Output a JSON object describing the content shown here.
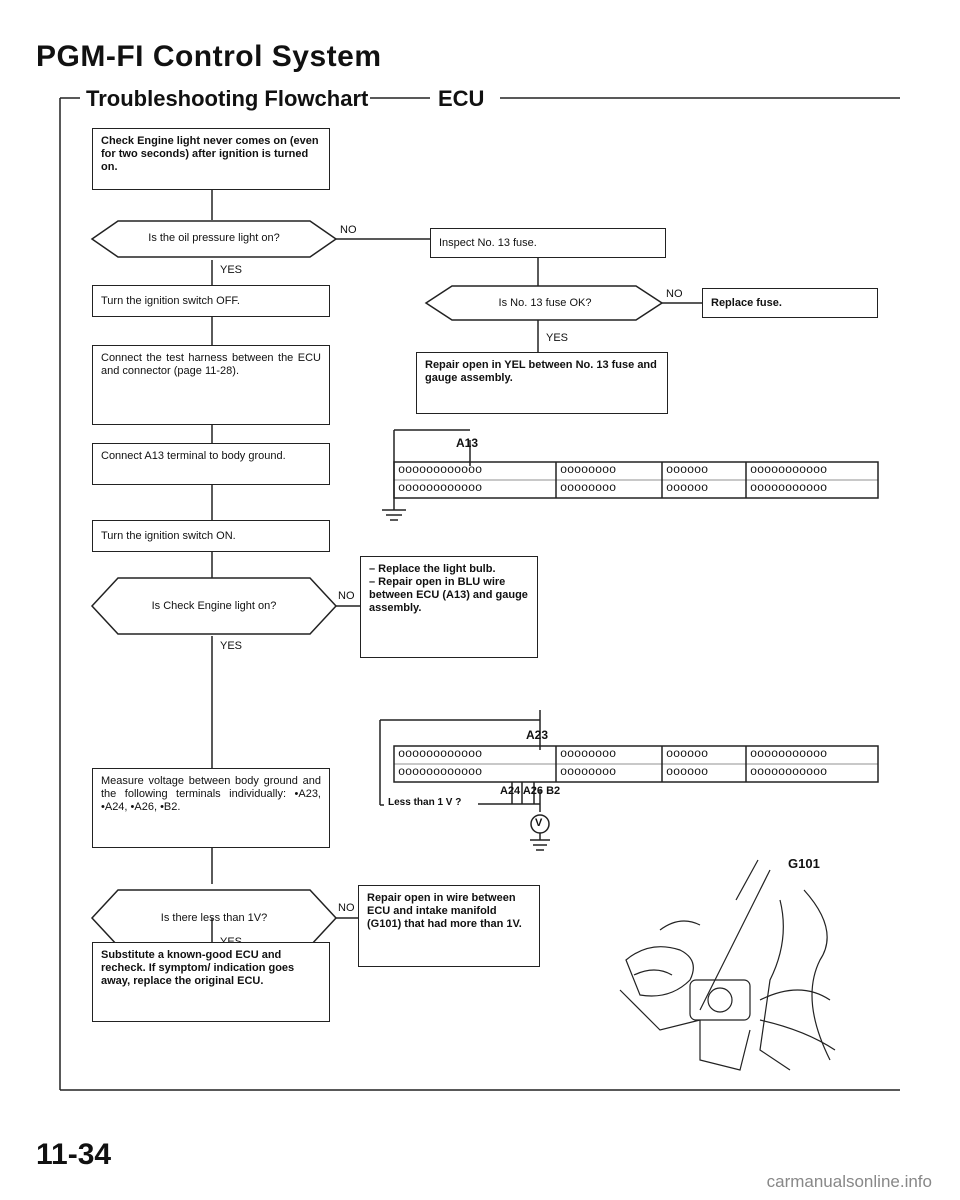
{
  "header": {
    "title": "PGM-FI Control System",
    "subtitle": "Troubleshooting Flowchart",
    "section": "ECU"
  },
  "flow": {
    "start": "Check Engine light never comes on (even for two seconds) after ignition is turned on.",
    "q_oil": "Is the oil pressure light on?",
    "inspect_fuse": "Inspect No. 13 fuse.",
    "q_fuse_ok": "Is No. 13 fuse OK?",
    "replace_fuse": "Replace fuse.",
    "repair_yel": "Repair open in YEL between No. 13 fuse and gauge assembly.",
    "ign_off": "Turn the ignition switch OFF.",
    "connect_harness": "Connect the test harness between the ECU and connector (page 11-28).",
    "connect_a13": "Connect A13 terminal to body ground.",
    "ign_on": "Turn the ignition switch ON.",
    "q_check_light": "Is Check Engine light on?",
    "replace_bulb_1": "– Replace the light bulb.",
    "replace_bulb_2": "– Repair open in BLU wire between ECU (A13) and gauge assembly.",
    "measure": "Measure voltage between body ground and the following terminals individually: •A23, •A24, •A26, •B2.",
    "q_less_1v": "Is there less than 1V?",
    "repair_intake": "Repair open in wire between ECU and intake manifold (G101) that had more than 1V.",
    "substitute": "Substitute a known-good ECU and recheck. If symptom/ indication goes away, replace the original ECU."
  },
  "labels": {
    "yes": "YES",
    "no": "NO"
  },
  "connector1": {
    "pin": "A13",
    "row1": [
      "oooooooooooo",
      "oooooooo",
      "oooooo",
      "ooooooooooo"
    ],
    "row2": [
      "oooooooooooo",
      "oooooooo",
      "oooooo",
      "ooooooooooo"
    ]
  },
  "connector2": {
    "pin_top": "A23",
    "pins_bottom": "A24 A26 B2",
    "row1": [
      "oooooooooooo",
      "oooooooo",
      "oooooo",
      "ooooooooooo"
    ],
    "row2": [
      "oooooooooooo",
      "oooooooo",
      "oooooo",
      "ooooooooooo"
    ],
    "less_than": "Less than 1 V ?",
    "meter": "V"
  },
  "ground_label": "G101",
  "page_number": "11-34",
  "footer": "carmanualsonline.info"
}
